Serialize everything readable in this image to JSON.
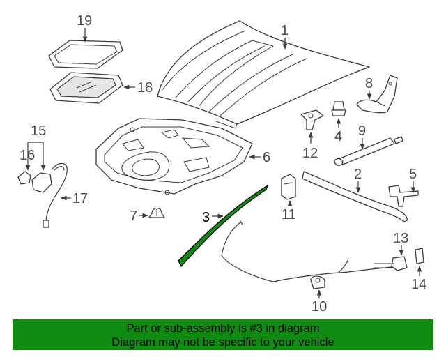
{
  "labels": {
    "p1": "1",
    "p2": "2",
    "p3": "3",
    "p4": "4",
    "p5": "5",
    "p6": "6",
    "p7": "7",
    "p8": "8",
    "p9": "9",
    "p10": "10",
    "p11": "11",
    "p12": "12",
    "p13": "13",
    "p14": "14",
    "p15": "15",
    "p16": "16",
    "p17": "17",
    "p18": "18",
    "p19": "19"
  },
  "highlight_color": "#118a11",
  "banner": {
    "line1": "Part or sub-assembly is #3 in diagram",
    "line2": "Diagram may not be specific to your vehicle"
  }
}
